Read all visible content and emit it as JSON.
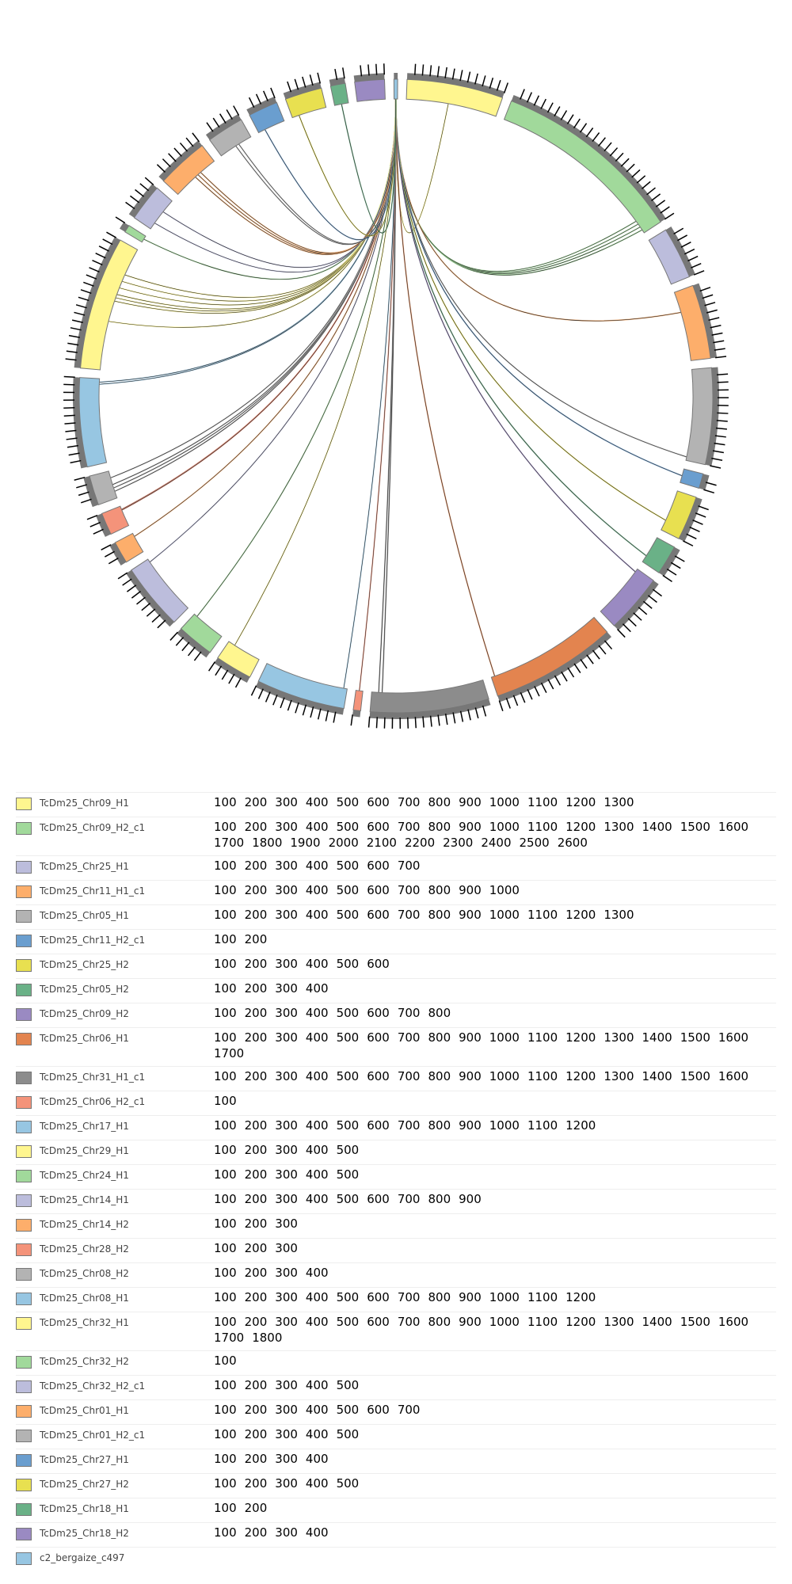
{
  "chart_data": {
    "type": "chord",
    "title": "",
    "tick_interval": 100,
    "segments": [
      {
        "name": "TcDm25_Chr09_H1",
        "length": 1300,
        "color": "#fff68f"
      },
      {
        "name": "TcDm25_Chr09_H2_c1",
        "length": 2600,
        "color": "#a1d99b"
      },
      {
        "name": "TcDm25_Chr25_H1",
        "length": 700,
        "color": "#bcbddc"
      },
      {
        "name": "TcDm25_Chr11_H1_c1",
        "length": 1000,
        "color": "#fdae6b"
      },
      {
        "name": "TcDm25_Chr05_H1",
        "length": 1300,
        "color": "#b3b3b3"
      },
      {
        "name": "TcDm25_Chr11_H2_c1",
        "length": 200,
        "color": "#6a9ecf"
      },
      {
        "name": "TcDm25_Chr25_H2",
        "length": 600,
        "color": "#e8e050"
      },
      {
        "name": "TcDm25_Chr05_H2",
        "length": 400,
        "color": "#6ab187"
      },
      {
        "name": "TcDm25_Chr09_H2",
        "length": 800,
        "color": "#9a8ac2"
      },
      {
        "name": "TcDm25_Chr06_H1",
        "length": 1700,
        "color": "#e3844f"
      },
      {
        "name": "TcDm25_Chr31_H1_c1",
        "length": 1600,
        "color": "#8c8c8c"
      },
      {
        "name": "TcDm25_Chr06_H2_c1",
        "length": 100,
        "color": "#f4937a"
      },
      {
        "name": "TcDm25_Chr17_H1",
        "length": 1200,
        "color": "#97c6e2"
      },
      {
        "name": "TcDm25_Chr29_H1",
        "length": 500,
        "color": "#fff68f"
      },
      {
        "name": "TcDm25_Chr24_H1",
        "length": 500,
        "color": "#a1d99b"
      },
      {
        "name": "TcDm25_Chr14_H1",
        "length": 900,
        "color": "#bcbddc"
      },
      {
        "name": "TcDm25_Chr14_H2",
        "length": 300,
        "color": "#fdae6b"
      },
      {
        "name": "TcDm25_Chr28_H2",
        "length": 300,
        "color": "#f4937a"
      },
      {
        "name": "TcDm25_Chr08_H2",
        "length": 400,
        "color": "#b3b3b3"
      },
      {
        "name": "TcDm25_Chr08_H1",
        "length": 1200,
        "color": "#97c6e2"
      },
      {
        "name": "TcDm25_Chr32_H1",
        "length": 1800,
        "color": "#fff68f"
      },
      {
        "name": "TcDm25_Chr32_H2",
        "length": 100,
        "color": "#a1d99b"
      },
      {
        "name": "TcDm25_Chr32_H2_c1",
        "length": 500,
        "color": "#bcbddc"
      },
      {
        "name": "TcDm25_Chr01_H1",
        "length": 700,
        "color": "#fdae6b"
      },
      {
        "name": "TcDm25_Chr01_H2_c1",
        "length": 500,
        "color": "#b3b3b3"
      },
      {
        "name": "TcDm25_Chr27_H1",
        "length": 400,
        "color": "#6a9ecf"
      },
      {
        "name": "TcDm25_Chr27_H2",
        "length": 500,
        "color": "#e8e050"
      },
      {
        "name": "TcDm25_Chr18_H1",
        "length": 200,
        "color": "#6ab187"
      },
      {
        "name": "TcDm25_Chr18_H2",
        "length": 400,
        "color": "#9a8ac2"
      },
      {
        "name": "c2_bergaize_c497",
        "length": 50,
        "color": "#97c6e2"
      }
    ],
    "link_source": {
      "segment": 29,
      "position": 25
    },
    "links": [
      [
        0,
        600
      ],
      [
        1,
        2550
      ],
      [
        1,
        2500
      ],
      [
        1,
        2450
      ],
      [
        1,
        2400
      ],
      [
        3,
        300
      ],
      [
        4,
        1250
      ],
      [
        5,
        100
      ],
      [
        6,
        450
      ],
      [
        7,
        300
      ],
      [
        8,
        50
      ],
      [
        9,
        1650
      ],
      [
        10,
        1500
      ],
      [
        10,
        1450
      ],
      [
        11,
        50
      ],
      [
        12,
        50
      ],
      [
        13,
        400
      ],
      [
        14,
        450
      ],
      [
        15,
        850
      ],
      [
        16,
        250
      ],
      [
        17,
        250
      ],
      [
        17,
        240
      ],
      [
        18,
        300
      ],
      [
        18,
        200
      ],
      [
        18,
        150
      ],
      [
        18,
        100
      ],
      [
        19,
        1150
      ],
      [
        19,
        1120
      ],
      [
        20,
        1400
      ],
      [
        20,
        1300
      ],
      [
        20,
        1200
      ],
      [
        20,
        1100
      ],
      [
        20,
        1050
      ],
      [
        20,
        1000
      ],
      [
        20,
        700
      ],
      [
        21,
        50
      ],
      [
        22,
        300
      ],
      [
        22,
        100
      ],
      [
        23,
        450
      ],
      [
        23,
        400
      ],
      [
        23,
        350
      ],
      [
        24,
        300
      ],
      [
        24,
        250
      ],
      [
        25,
        100
      ],
      [
        26,
        100
      ],
      [
        27,
        100
      ]
    ]
  }
}
